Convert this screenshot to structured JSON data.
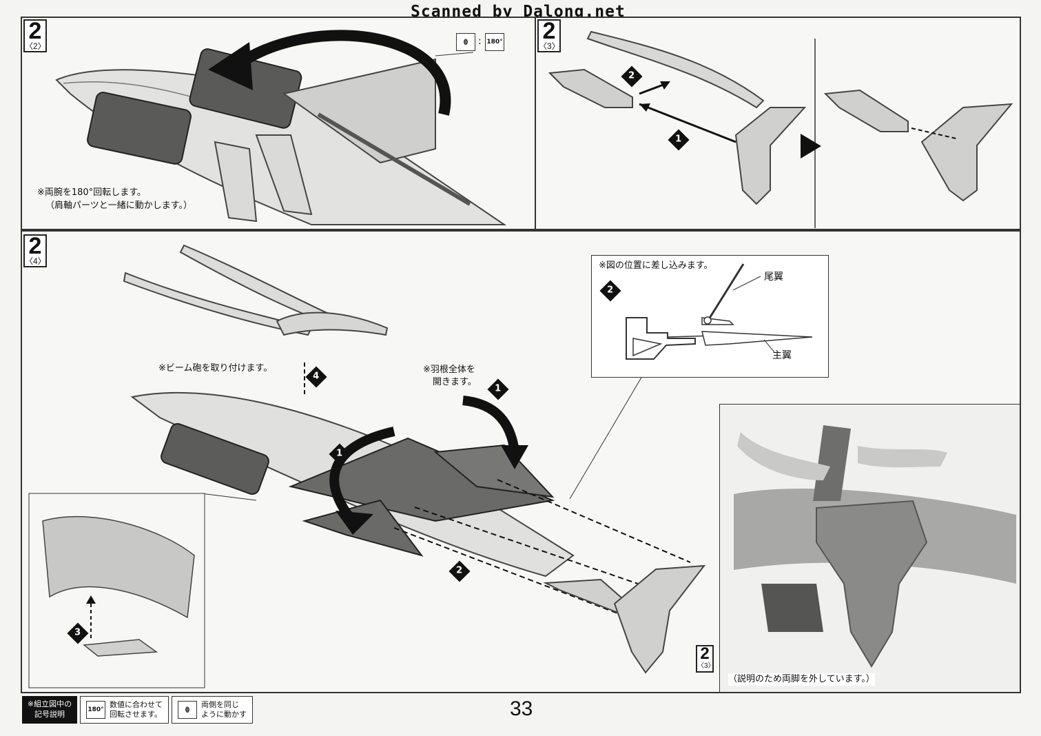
{
  "watermark": "Scanned by Dalong.net",
  "page_number": "33",
  "steps": {
    "s22": {
      "num": "2",
      "sub": "〈2〉",
      "note_line1": "※両腕を180°回転します。",
      "note_line2": "（肩軸パーツと一緒に動かします。）",
      "icon_label": "180°"
    },
    "s23": {
      "num": "2",
      "sub": "〈3〉",
      "marks": [
        "1",
        "2"
      ]
    },
    "s24": {
      "num": "2",
      "sub": "〈4〉",
      "note_beam": "※ビーム砲を取り付けます。",
      "note_wing_line1": "※羽根全体を",
      "note_wing_line2": "開きます。",
      "callout_note": "※図の位置に差し込みます。",
      "label_tail": "尾翼",
      "label_main": "主翼",
      "photo_caption": "（説明のため両脚を外しています。）",
      "ref_num": "2",
      "ref_sub": "〈3〉",
      "marks": [
        "1",
        "1",
        "2",
        "2",
        "3",
        "4"
      ]
    }
  },
  "legend": {
    "head_line1": "※組立図中の",
    "head_line2": "記号説明",
    "item1_icon": "180°",
    "item1_line1": "数値に合わせて",
    "item1_line2": "回転させます。",
    "item2_line1": "両側を同じ",
    "item2_line2": "ように動かす"
  },
  "icons": [
    "rotate-180-icon",
    "mirror-both-sides-icon",
    "arrow-right-icon"
  ]
}
